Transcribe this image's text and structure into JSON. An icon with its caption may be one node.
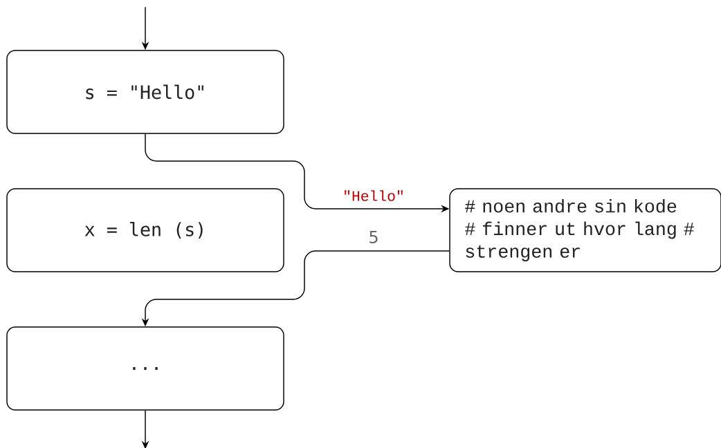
{
  "diagram": {
    "nodes": [
      {
        "text": [
          "s = \"Hello\""
        ]
      },
      {
        "text": [
          "x = len (s)"
        ]
      },
      {
        "text": [
          "# noen andre sin kode # finner ut hvor lang # strengen er"
        ]
      },
      {
        "text": [
          "..."
        ]
      }
    ],
    "edges": [
      {
        "from": null,
        "to": 0,
        "arrow": "to"
      },
      {
        "from": 0,
        "to": 2,
        "arrow": "to",
        "label": "\"Hello\""
      },
      {
        "from": 2,
        "to": 3,
        "arrow": "to",
        "label": "5"
      },
      {
        "from": 3,
        "to": null,
        "arrow": "to"
      }
    ]
  }
}
